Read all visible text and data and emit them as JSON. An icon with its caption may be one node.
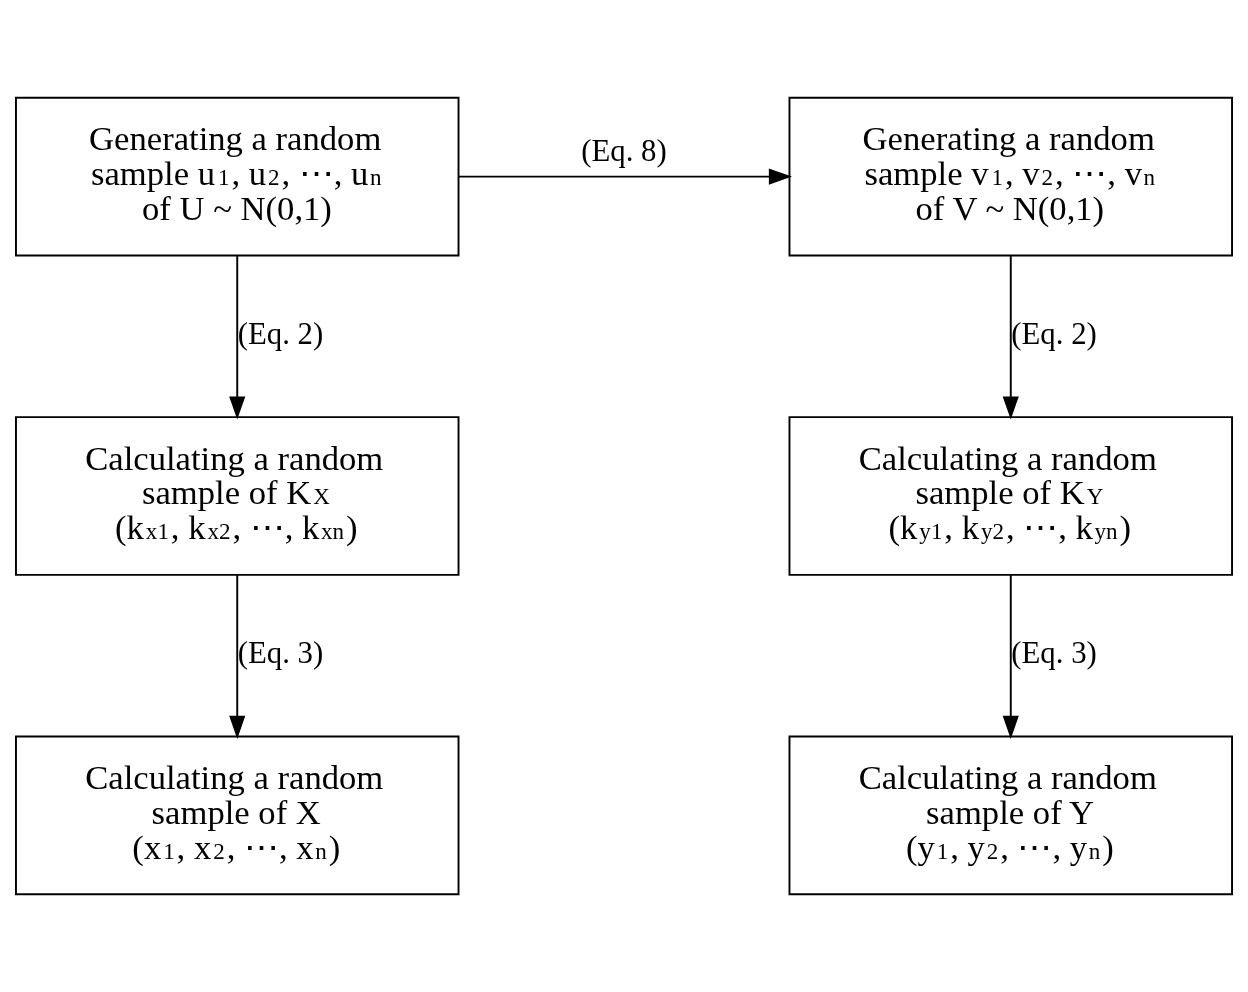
{
  "diagram": {
    "nodes": [
      {
        "text": [
          "Generating a random sample u$_{1}$, u$_{2}$, ⋯, u$_{n}$ of U ~ N(0,1)"
        ]
      },
      {
        "text": [
          "Generating a random sample v$_{1}$, v$_{2}$, ⋯, v$_{n}$ of V ~ N(0,1)"
        ]
      },
      {
        "text": [
          "Calculating a random sample of K$_{X}$ (k$_{x1}$, k$_{x2}$, ⋯, k$_{xn}$)"
        ]
      },
      {
        "text": [
          "Calculating a random sample of K$_{Y}$ (k$_{y1}$, k$_{y2}$, ⋯, k$_{yn}$)"
        ]
      },
      {
        "text": [
          "Calculating a random sample of X (x$_{1}$, x$_{2}$, ⋯, x$_{n}$)"
        ]
      },
      {
        "text": [
          "Calculating a random sample of Y (y$_{1}$, y$_{2}$, ⋯, y$_{n}$)"
        ]
      }
    ],
    "edges": [
      {
        "from": 0,
        "to": 1,
        "arrow": "to",
        "label": "(Eq. 8)"
      },
      {
        "from": 0,
        "to": 2,
        "arrow": "to",
        "label": "(Eq. 2)"
      },
      {
        "from": 1,
        "to": 3,
        "arrow": "to",
        "label": "(Eq. 2)"
      },
      {
        "from": 2,
        "to": 4,
        "arrow": "to",
        "label": "(Eq. 3)"
      },
      {
        "from": 3,
        "to": 5,
        "arrow": "to",
        "label": "(Eq. 3)"
      }
    ]
  }
}
